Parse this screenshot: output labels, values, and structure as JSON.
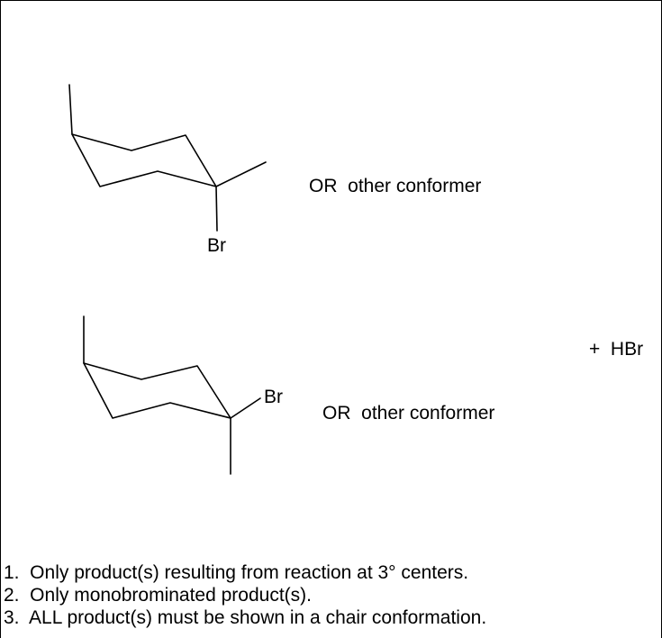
{
  "structure_1": {
    "substituent_label": "Br",
    "caption": "OR  other conformer"
  },
  "structure_2": {
    "substituent_label": "Br",
    "caption": "OR  other conformer"
  },
  "byproduct": "+  HBr",
  "notes": [
    "1.  Only product(s) resulting from reaction at 3° centers.",
    "2.  Only monobrominated product(s).",
    "3.  ALL product(s) must be shown in a chair conformation."
  ],
  "colors": {
    "line": "#000000",
    "background": "#ffffff"
  }
}
